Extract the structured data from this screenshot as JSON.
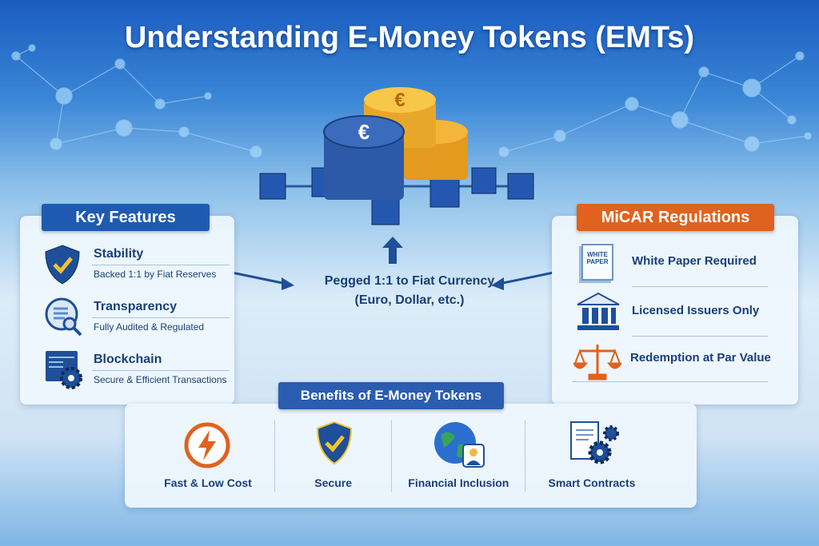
{
  "title": "Understanding E-Money Tokens (EMTs)",
  "center": {
    "line1": "Pegged 1:1 to Fiat Currency",
    "line2": "(Euro, Dollar, etc.)"
  },
  "key_features": {
    "header": "Key Features",
    "items": [
      {
        "title": "Stability",
        "subtitle": "Backed 1:1 by Fiat Reserves",
        "icon": "shield-check-icon"
      },
      {
        "title": "Transparency",
        "subtitle": "Fully Audited & Regulated",
        "icon": "magnifier-document-icon"
      },
      {
        "title": "Blockchain",
        "subtitle": "Secure & Efficient Transactions",
        "icon": "gear-window-icon"
      }
    ]
  },
  "micar": {
    "header": "MiCAR Regulations",
    "white_paper_icon_text": "WHITE PAPER",
    "items": [
      {
        "label": "White Paper Required",
        "icon": "white-paper-icon"
      },
      {
        "label": "Licensed Issuers Only",
        "icon": "bank-icon"
      },
      {
        "label": "Redemption at Par Value",
        "icon": "scales-icon"
      }
    ]
  },
  "benefits": {
    "header": "Benefits of E-Money Tokens",
    "items": [
      {
        "label": "Fast & Low Cost",
        "icon": "lightning-icon"
      },
      {
        "label": "Secure",
        "icon": "shield-check-icon"
      },
      {
        "label": "Financial Inclusion",
        "icon": "globe-user-icon"
      },
      {
        "label": "Smart Contracts",
        "icon": "contract-gear-icon"
      }
    ]
  },
  "colors": {
    "blue": "#1e5bb0",
    "orange": "#e0621e",
    "navy": "#1a3f78"
  }
}
